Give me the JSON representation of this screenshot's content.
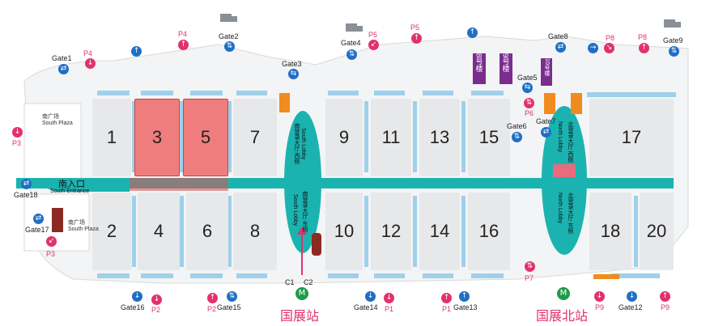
{
  "halls": [
    "1",
    "3",
    "5",
    "7",
    "9",
    "11",
    "13",
    "15",
    "17",
    "2",
    "4",
    "6",
    "8",
    "10",
    "12",
    "14",
    "16",
    "18",
    "20"
  ],
  "gates": [
    "Gate1",
    "Gate2",
    "Gate3",
    "Gate4",
    "Gate5",
    "Gate6",
    "Gate7",
    "Gate8",
    "Gate9",
    "Gate12",
    "Gate13",
    "Gate14",
    "Gate15",
    "Gate16",
    "Gate17",
    "Gate18"
  ],
  "parking": [
    "P3",
    "P4",
    "P4",
    "P5",
    "P5",
    "P6",
    "P7",
    "P8",
    "P8",
    "P1",
    "P1",
    "P2",
    "P2",
    "P9",
    "P9",
    "P3"
  ],
  "plazas": {
    "south_plaza_top": "南广场",
    "south_plaza_top_en": "South Plaza",
    "south_plaza_bottom": "南广场",
    "south_plaza_bottom_en": "South Plaza"
  },
  "entrance": {
    "cn": "南入口",
    "en": "South Entrance"
  },
  "lobbies": {
    "south_west": "南登录大厅 西侧",
    "south_west_en": "South Lobby",
    "south_east": "南登录大厅 东侧",
    "south_east_en": "South Lobby",
    "north_west": "北登录大厅 西侧",
    "north_west_en": "North Lobby",
    "north_east": "北登录大厅 东侧",
    "north_east_en": "North Lobby"
  },
  "buildings": {
    "b8": "8号楼",
    "b9": "9号楼",
    "b10": "10号楼"
  },
  "stations": {
    "south": "国展站",
    "north": "国展北站",
    "c1": "C1",
    "c2": "C2"
  },
  "colors": {
    "corridor": "#1bb3b0",
    "hall": "#e7e8ea",
    "highlight": "#ef7d7d",
    "gate_blue": "#1f6fc4",
    "parking_pink": "#e2316b",
    "metro_green": "#1e9b4a",
    "building_purple": "#7b2d8e"
  }
}
